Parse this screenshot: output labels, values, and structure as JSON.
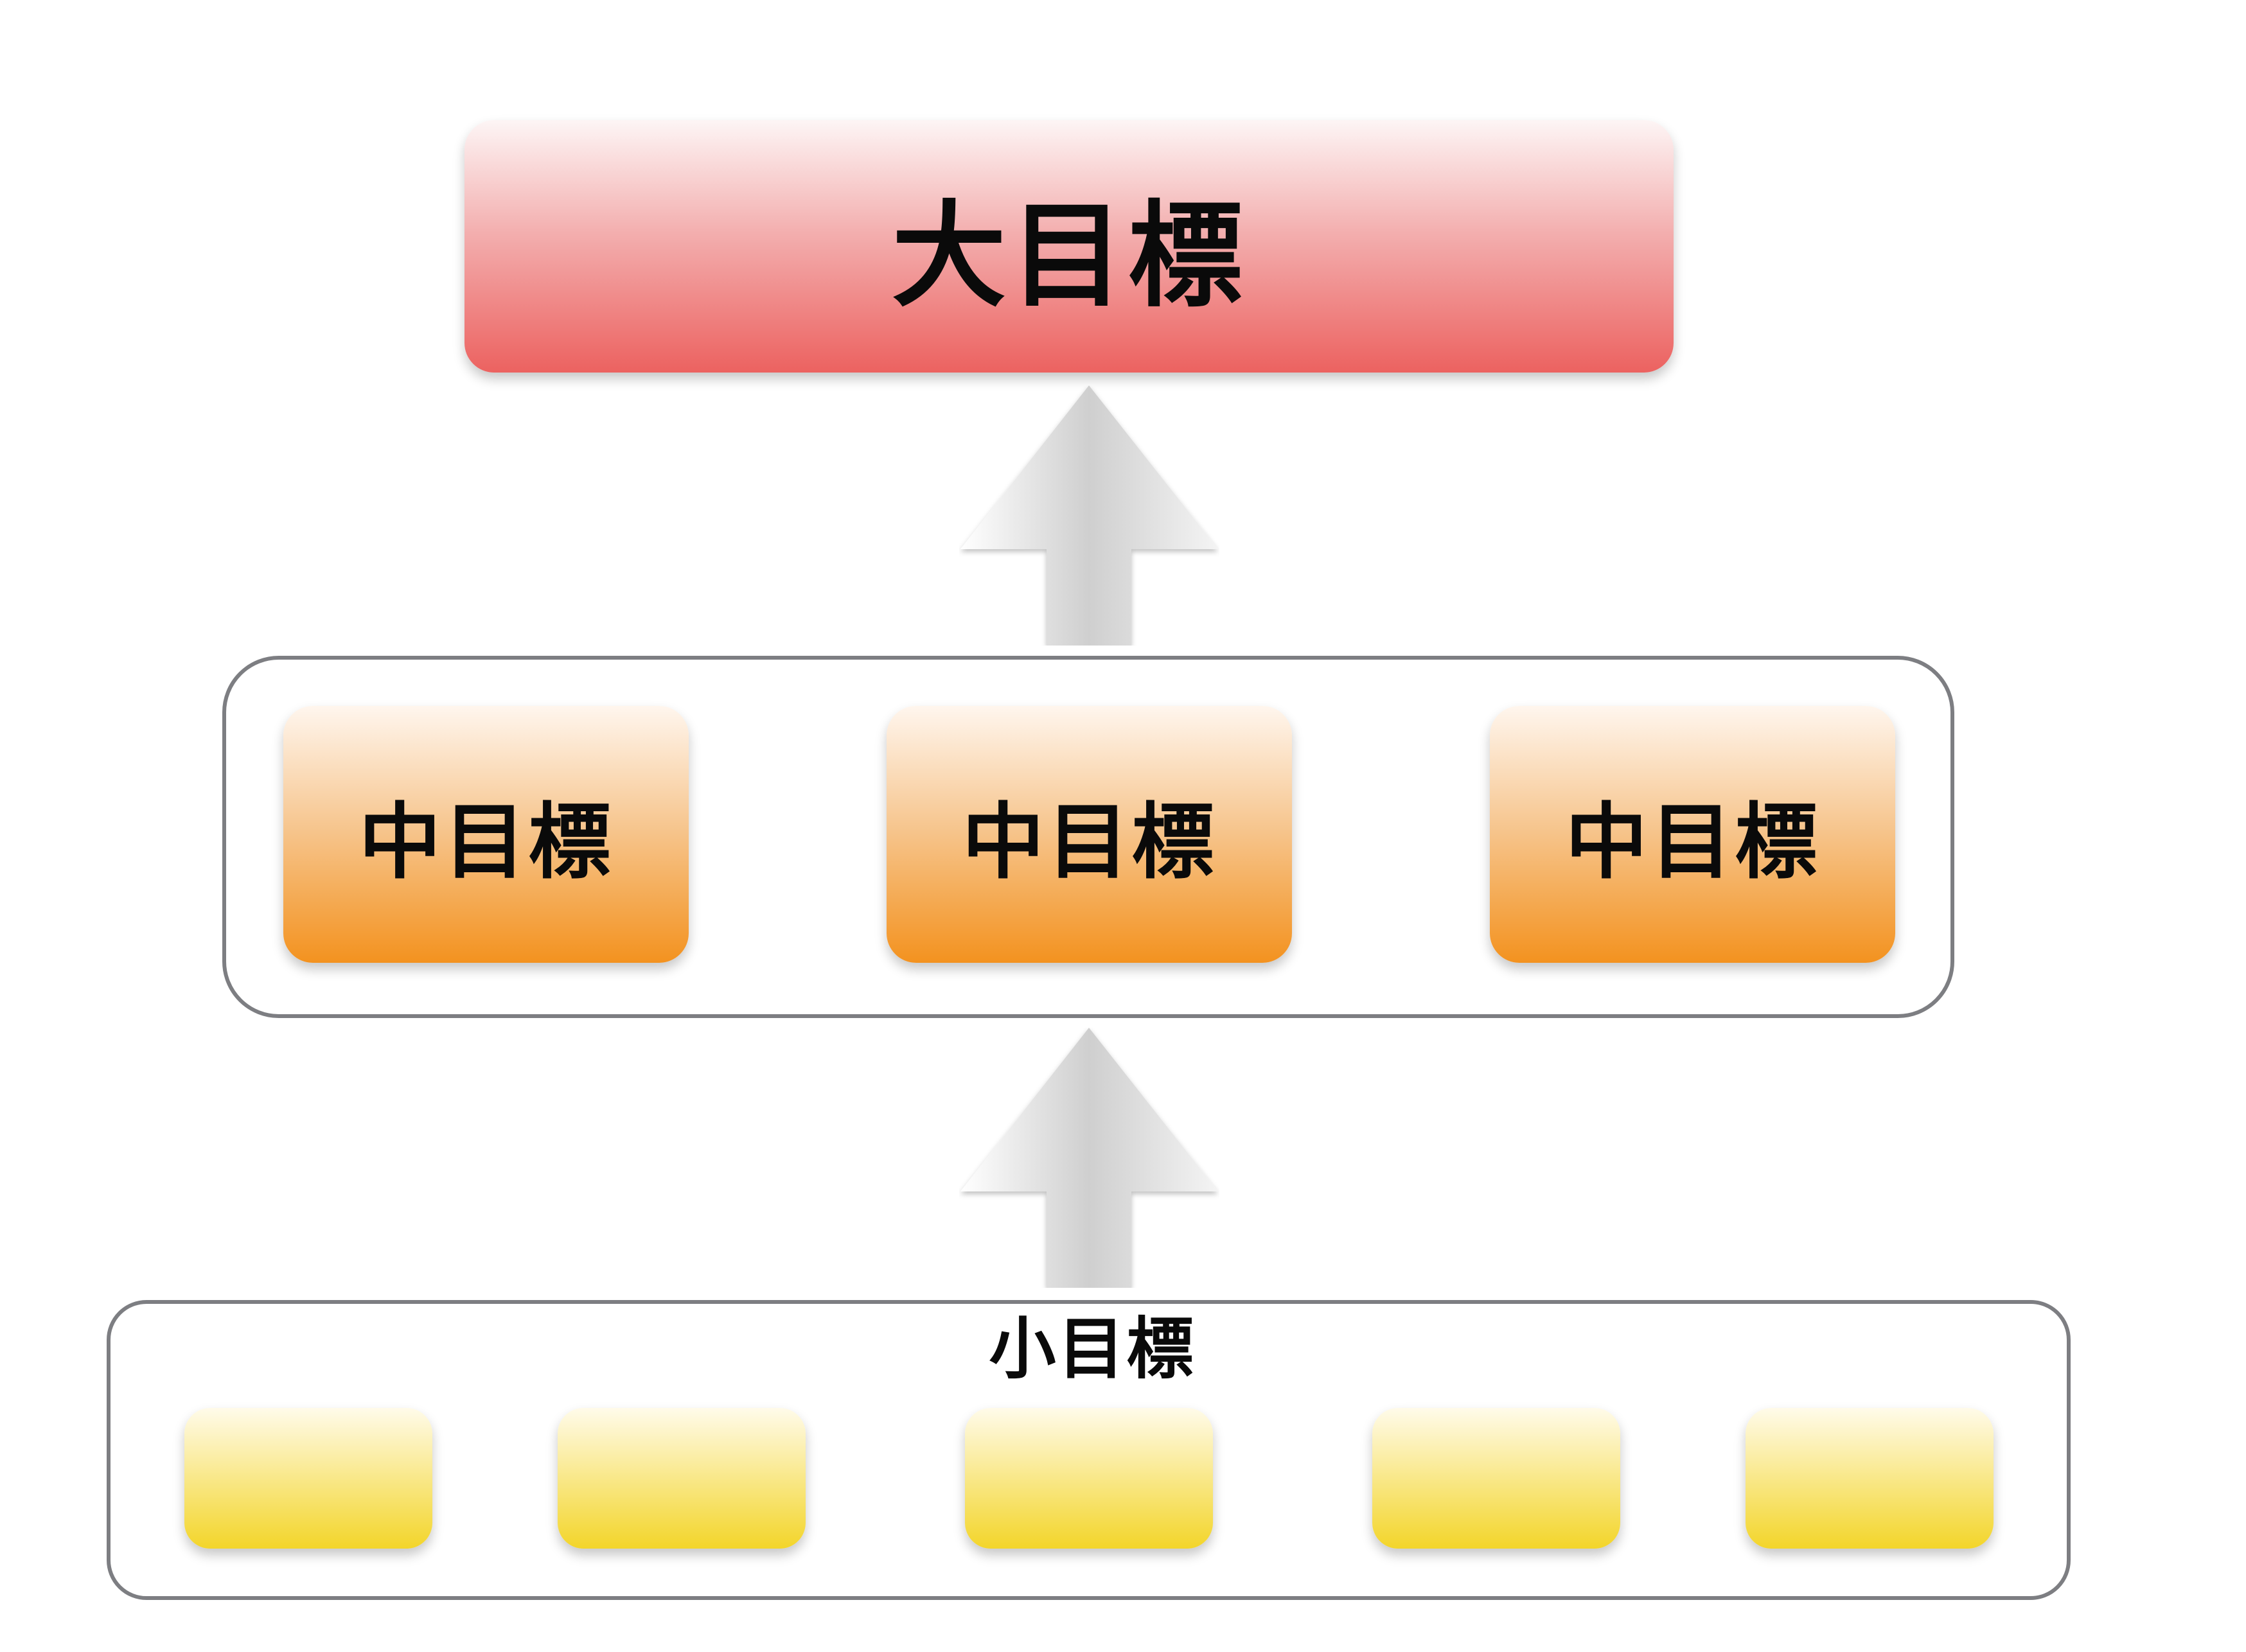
{
  "diagram": {
    "top_goal": {
      "label": "大目標"
    },
    "middle_goals": [
      {
        "label": "中目標"
      },
      {
        "label": "中目標"
      },
      {
        "label": "中目標"
      }
    ],
    "small_goals": {
      "group_label": "小目標",
      "items": [
        {
          "label": ""
        },
        {
          "label": ""
        },
        {
          "label": ""
        },
        {
          "label": ""
        },
        {
          "label": ""
        }
      ]
    },
    "colors": {
      "top_goal": "#ec6260",
      "middle_goal": "#f3921f",
      "small_goal": "#f3d52a",
      "frame": "#7d7e82",
      "arrow": "#c8c8c8"
    }
  }
}
